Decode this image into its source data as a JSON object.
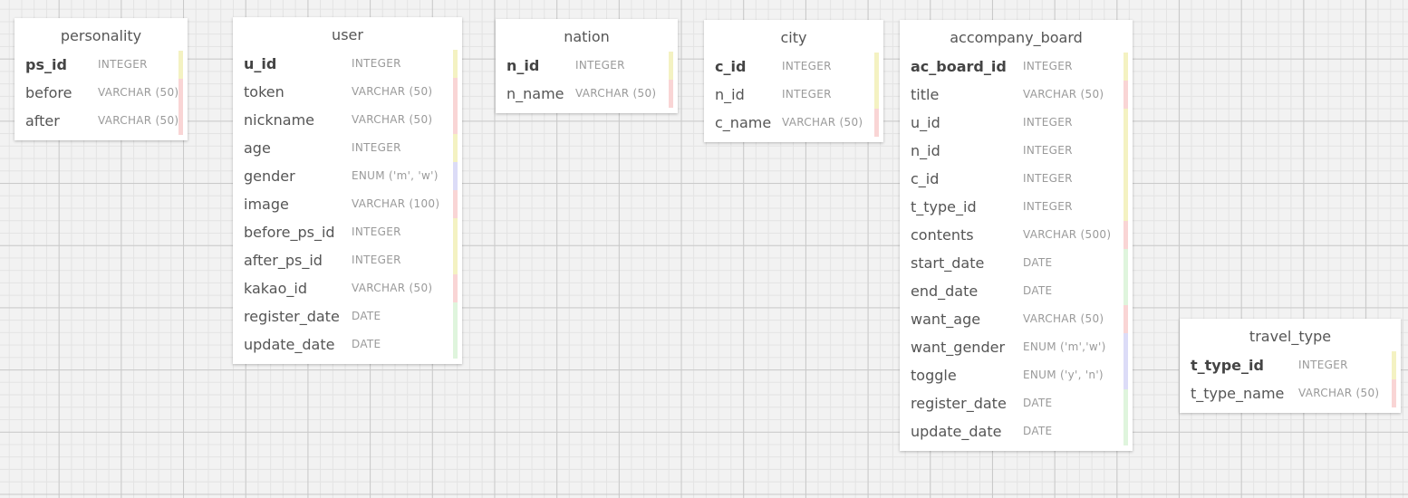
{
  "colors": {
    "integer": "#f4f2c2",
    "varchar": "#f9d5d5",
    "enum": "#dcdcf7",
    "date": "#dff5dd"
  },
  "tables": [
    {
      "name": "personality",
      "fields": [
        {
          "name": "ps_id",
          "type": "INTEGER",
          "pk": true,
          "kind": "integer"
        },
        {
          "name": "before",
          "type": "VARCHAR (50)",
          "kind": "varchar"
        },
        {
          "name": "after",
          "type": "VARCHAR (50)",
          "kind": "varchar"
        }
      ]
    },
    {
      "name": "user",
      "fields": [
        {
          "name": "u_id",
          "type": "INTEGER",
          "pk": true,
          "kind": "integer"
        },
        {
          "name": "token",
          "type": "VARCHAR (50)",
          "kind": "varchar"
        },
        {
          "name": "nickname",
          "type": "VARCHAR (50)",
          "kind": "varchar"
        },
        {
          "name": "age",
          "type": "INTEGER",
          "kind": "integer"
        },
        {
          "name": "gender",
          "type": "ENUM ('m', 'w')",
          "kind": "enum"
        },
        {
          "name": "image",
          "type": "VARCHAR (100)",
          "kind": "varchar"
        },
        {
          "name": "before_ps_id",
          "type": "INTEGER",
          "kind": "integer"
        },
        {
          "name": "after_ps_id",
          "type": "INTEGER",
          "kind": "integer"
        },
        {
          "name": "kakao_id",
          "type": "VARCHAR (50)",
          "kind": "varchar"
        },
        {
          "name": "register_date",
          "type": "DATE",
          "kind": "date"
        },
        {
          "name": "update_date",
          "type": "DATE",
          "kind": "date"
        }
      ]
    },
    {
      "name": "nation",
      "fields": [
        {
          "name": "n_id",
          "type": "INTEGER",
          "pk": true,
          "kind": "integer"
        },
        {
          "name": "n_name",
          "type": "VARCHAR (50)",
          "kind": "varchar"
        }
      ]
    },
    {
      "name": "city",
      "fields": [
        {
          "name": "c_id",
          "type": "INTEGER",
          "pk": true,
          "kind": "integer"
        },
        {
          "name": "n_id",
          "type": "INTEGER",
          "kind": "integer"
        },
        {
          "name": "c_name",
          "type": "VARCHAR (50)",
          "kind": "varchar"
        }
      ]
    },
    {
      "name": "accompany_board",
      "fields": [
        {
          "name": "ac_board_id",
          "type": "INTEGER",
          "pk": true,
          "kind": "integer"
        },
        {
          "name": "title",
          "type": "VARCHAR (50)",
          "kind": "varchar"
        },
        {
          "name": "u_id",
          "type": "INTEGER",
          "kind": "integer"
        },
        {
          "name": "n_id",
          "type": "INTEGER",
          "kind": "integer"
        },
        {
          "name": "c_id",
          "type": "INTEGER",
          "kind": "integer"
        },
        {
          "name": "t_type_id",
          "type": "INTEGER",
          "kind": "integer"
        },
        {
          "name": "contents",
          "type": "VARCHAR (500)",
          "kind": "varchar"
        },
        {
          "name": "start_date",
          "type": "DATE",
          "kind": "date"
        },
        {
          "name": "end_date",
          "type": "DATE",
          "kind": "date"
        },
        {
          "name": "want_age",
          "type": "VARCHAR (50)",
          "kind": "varchar"
        },
        {
          "name": "want_gender",
          "type": "ENUM ('m','w')",
          "kind": "enum"
        },
        {
          "name": "toggle",
          "type": "ENUM ('y', 'n')",
          "kind": "enum"
        },
        {
          "name": "register_date",
          "type": "DATE",
          "kind": "date"
        },
        {
          "name": "update_date",
          "type": "DATE",
          "kind": "date"
        }
      ]
    },
    {
      "name": "travel_type",
      "fields": [
        {
          "name": "t_type_id",
          "type": "INTEGER",
          "pk": true,
          "kind": "integer"
        },
        {
          "name": "t_type_name",
          "type": "VARCHAR (50)",
          "kind": "varchar"
        }
      ]
    }
  ]
}
